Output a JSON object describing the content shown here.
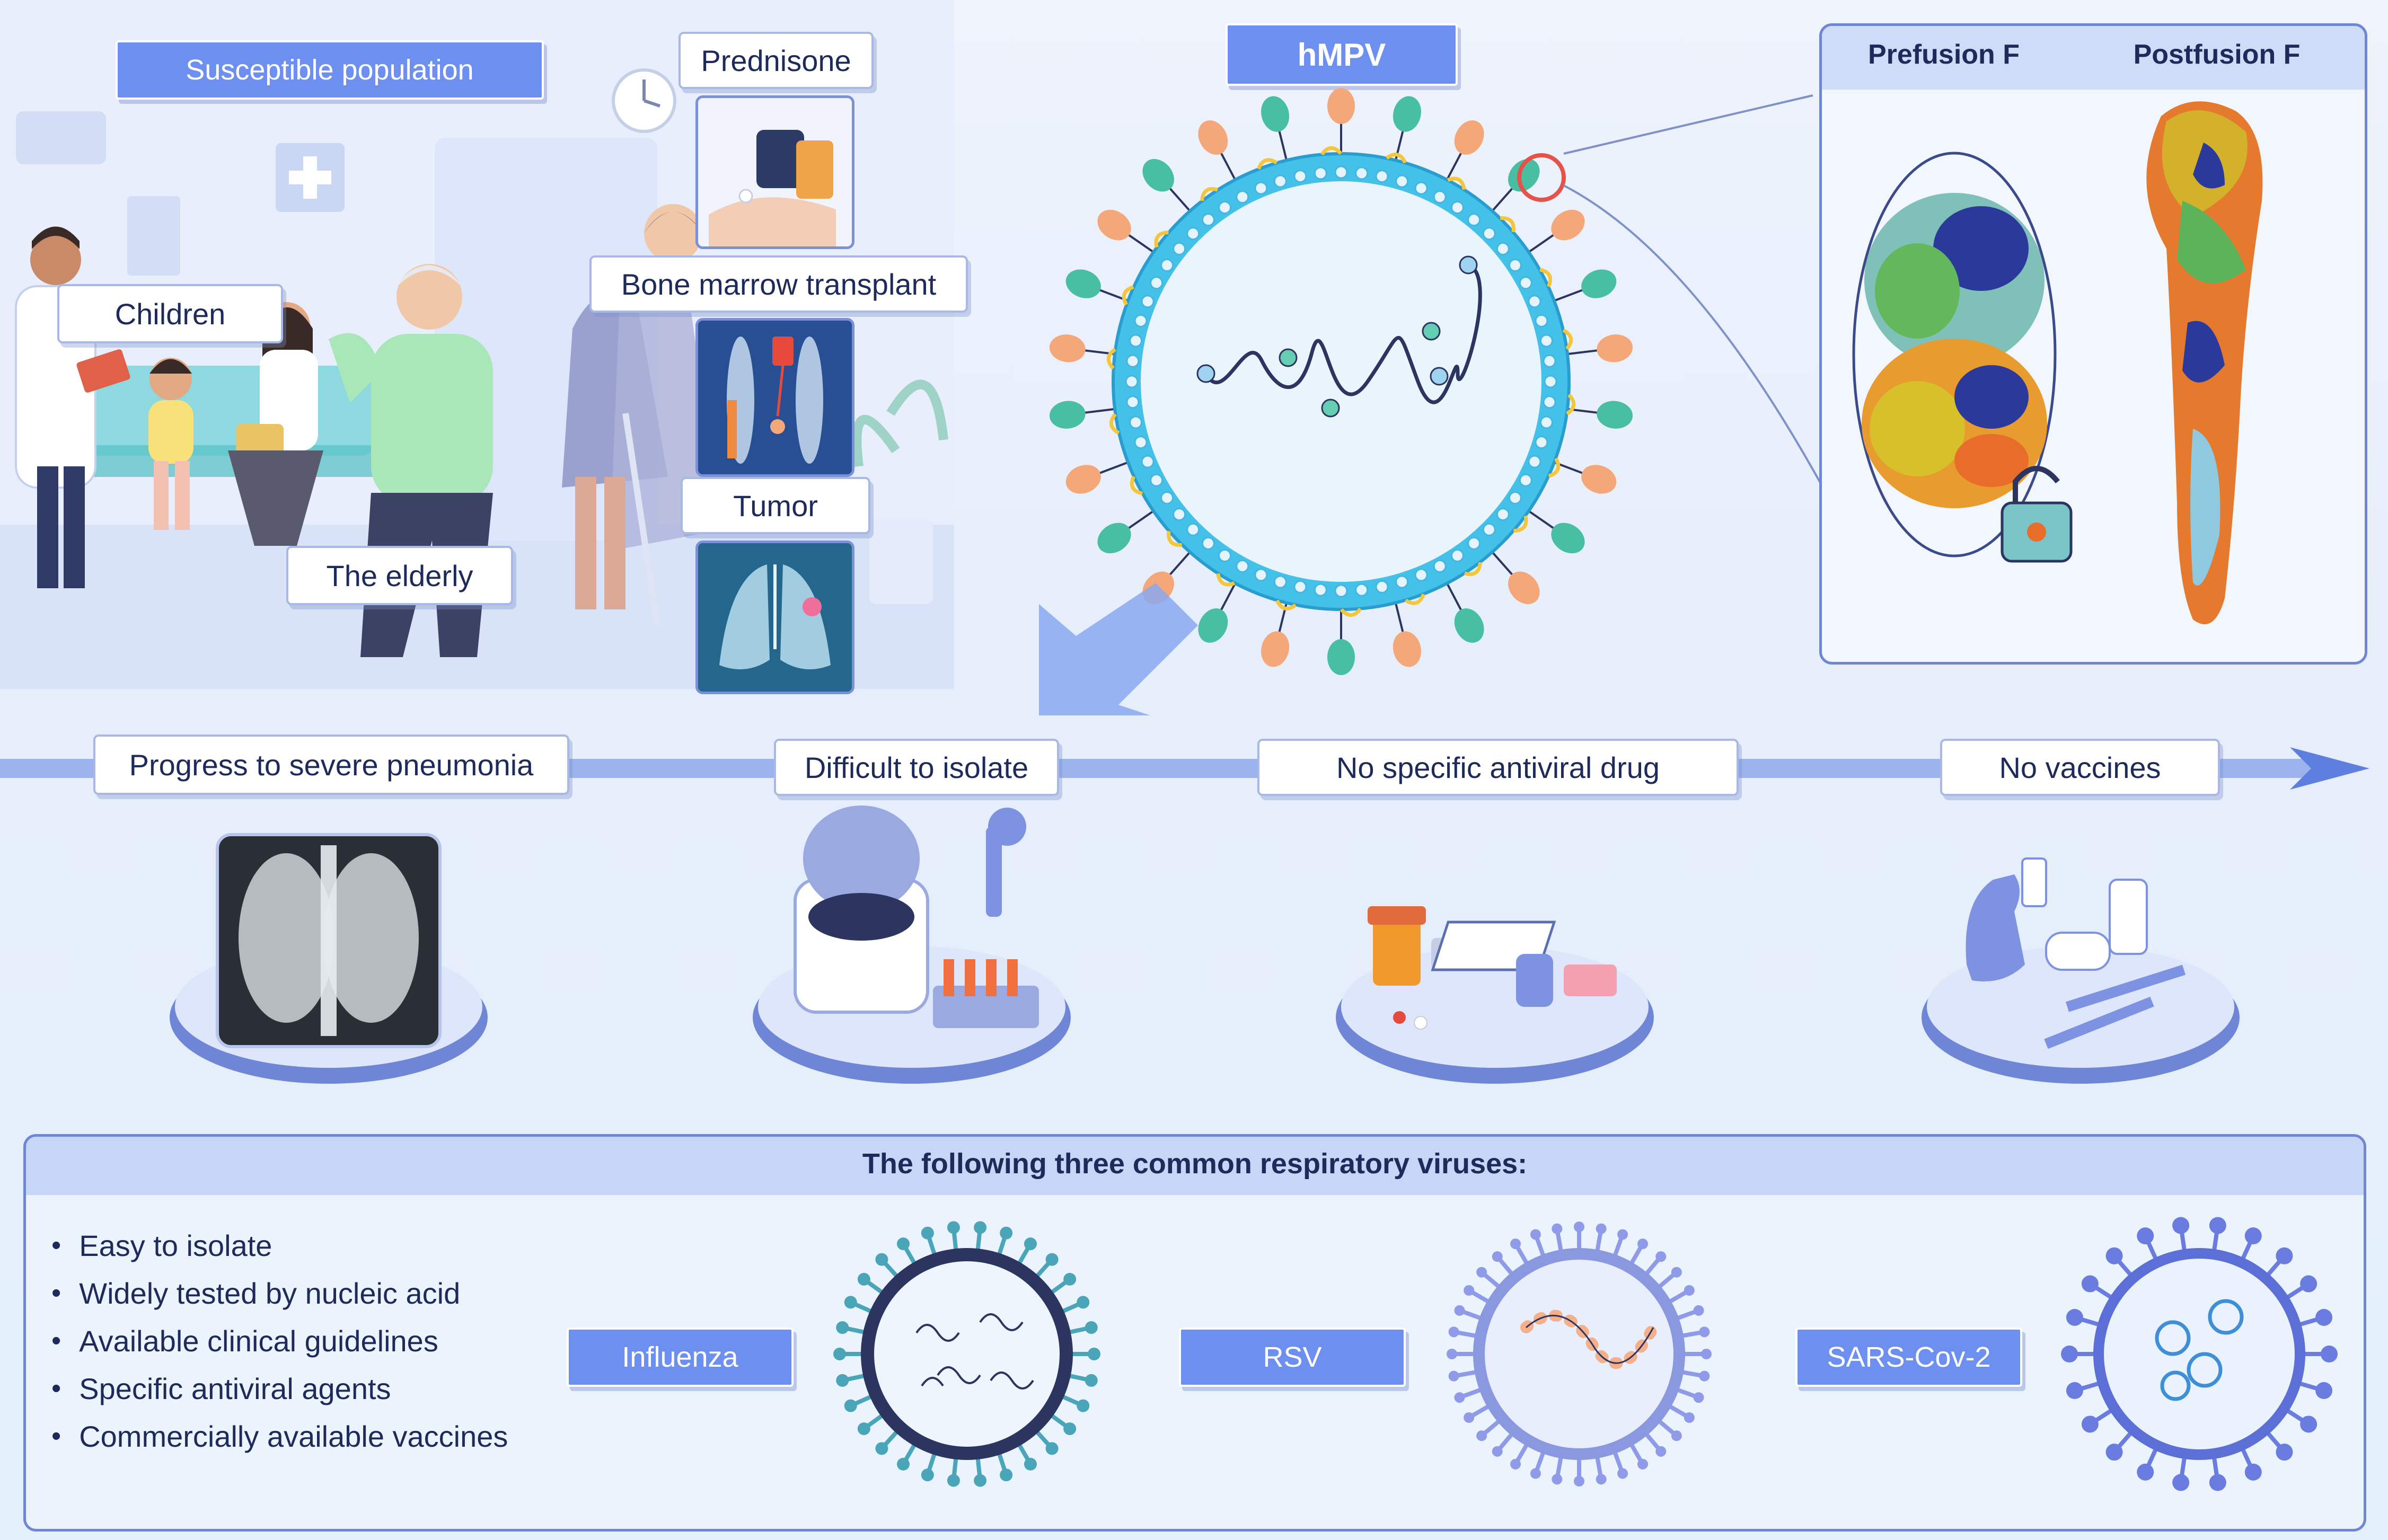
{
  "header": {
    "susceptible_title": "Susceptible population",
    "virus_title": "hMPV"
  },
  "population": {
    "children": "Children",
    "elderly": "The elderly",
    "prednisone": "Prednisone",
    "bmt": "Bone marrow transplant",
    "tumor": "Tumor"
  },
  "protein": {
    "prefusion": "Prefusion F",
    "postfusion": "Postfusion F"
  },
  "challenges": {
    "pneumonia": "Progress to severe pneumonia",
    "isolate": "Difficult to isolate",
    "antiviral": "No specific antiviral drug",
    "vaccines": "No vaccines"
  },
  "comparison": {
    "title": "The following three common respiratory viruses:",
    "bullets": [
      "Easy to isolate",
      "Widely tested by nucleic acid",
      "Available clinical guidelines",
      "Specific antiviral agents",
      "Commercially available vaccines"
    ],
    "viruses": [
      "Influenza",
      "RSV",
      "SARS-Cov-2"
    ]
  },
  "colors": {
    "accent": "#6d8ff0",
    "envelope": "#3fbde6",
    "spike_orange": "#f4a779",
    "spike_teal": "#48bfa2"
  }
}
